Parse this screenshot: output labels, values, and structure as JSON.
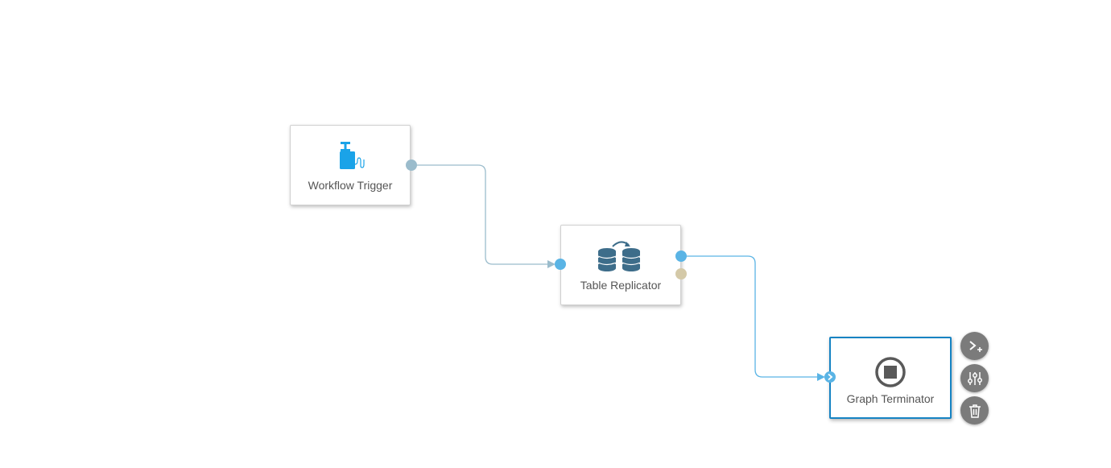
{
  "nodes": {
    "workflow_trigger": {
      "label": "Workflow Trigger",
      "icon": "plunger-trigger-icon"
    },
    "table_replicator": {
      "label": "Table Replicator",
      "icon": "database-replicate-icon"
    },
    "graph_terminator": {
      "label": "Graph Terminator",
      "icon": "stop-circle-icon",
      "selected": true
    }
  },
  "actions": [
    {
      "name": "add-connection-button",
      "icon": "chevron-plus-icon"
    },
    {
      "name": "configure-button",
      "icon": "sliders-icon"
    },
    {
      "name": "delete-button",
      "icon": "trash-icon"
    }
  ],
  "colors": {
    "port_active": "#5ab4e5",
    "port_idle": "#9bbccc",
    "port_error": "#d4c9a8",
    "selection_border": "#1683c3",
    "trigger_icon": "#1aa3e8",
    "replicator_icon": "#3d6d8a",
    "terminator_icon": "#595959",
    "action_button": "#7b7b7b"
  }
}
